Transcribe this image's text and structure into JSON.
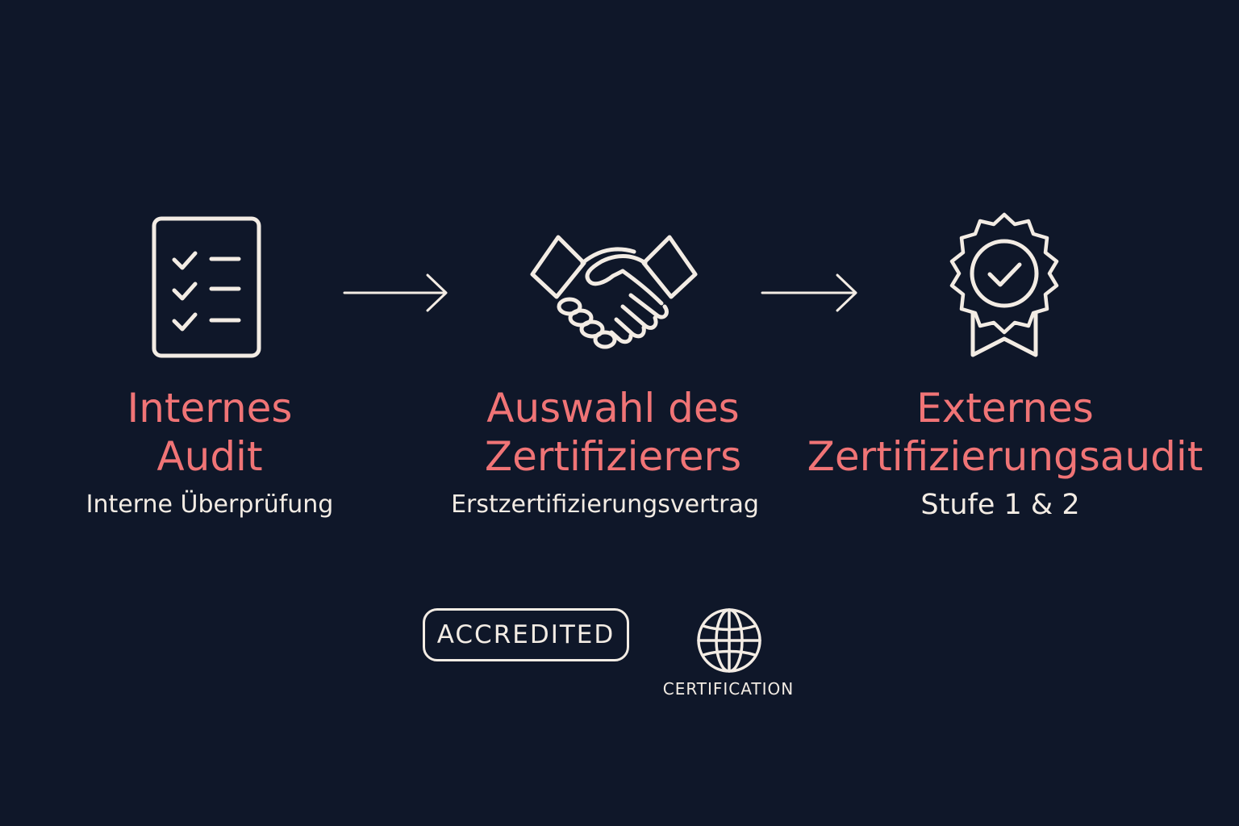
{
  "steps": [
    {
      "icon": "checklist-icon",
      "title_line1": "Internes",
      "title_line2": "Audit",
      "subtitle": "Interne Überprüfung"
    },
    {
      "icon": "handshake-icon",
      "title_line1": "Auswahl des",
      "title_line2": "Zertifizierers",
      "subtitle": "Erstzertifizierungsvertrag"
    },
    {
      "icon": "award-badge-icon",
      "title_line1": "Externes",
      "title_line2": "Zertifizierungsaudit",
      "subtitle": "Stufe 1 & 2"
    }
  ],
  "badges": {
    "accredited": "ACCREDITED",
    "certification": "CERTIFICATION",
    "certification_icon": "globe-icon"
  },
  "colors": {
    "background": "#0f1729",
    "accent": "#f07476",
    "line": "#f3ece4"
  }
}
